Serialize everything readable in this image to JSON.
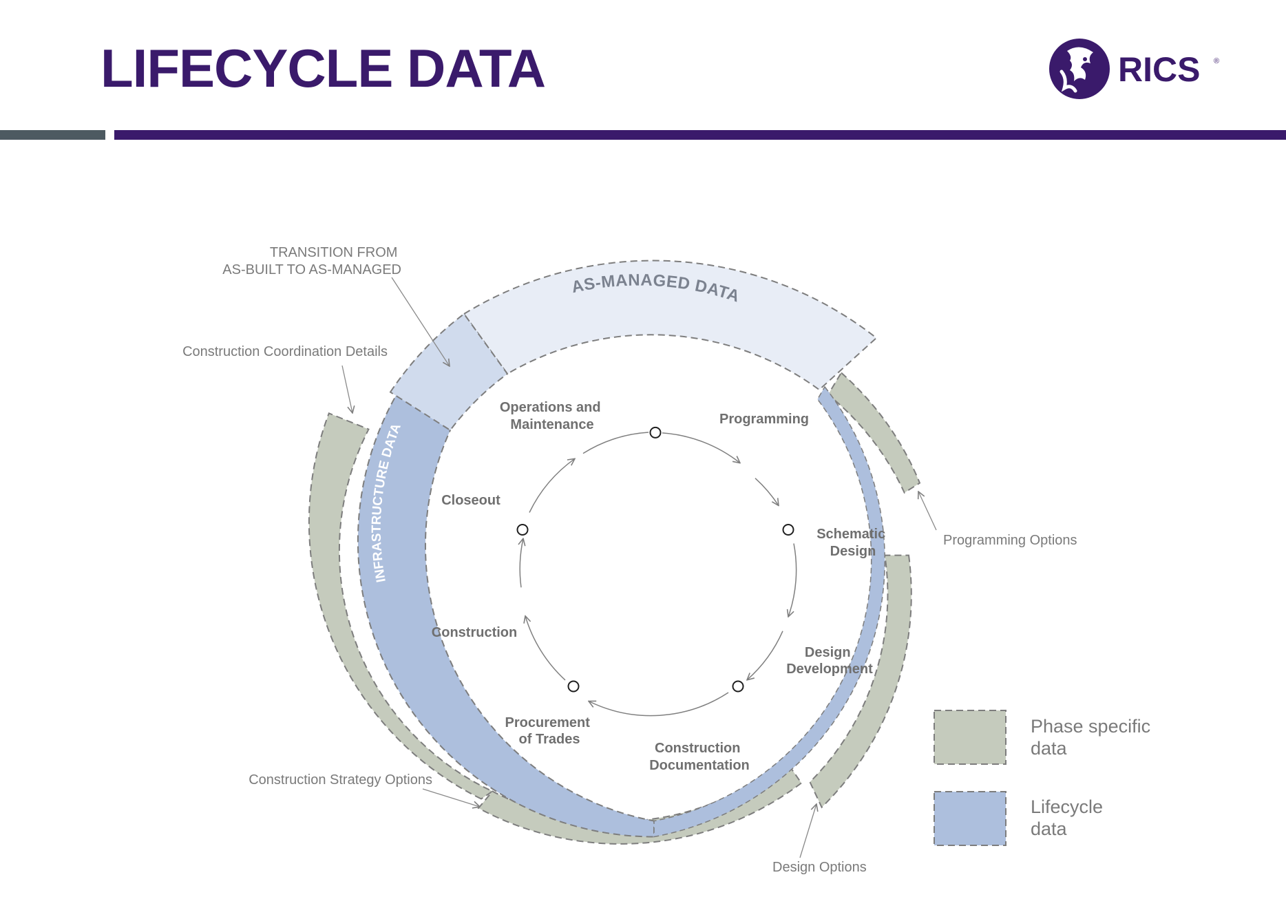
{
  "header": {
    "title": "LIFECYCLE DATA",
    "logo_text": "RICS",
    "logo_mark": "®"
  },
  "colors": {
    "brand_purple": "#3a1a6b",
    "bar_gray": "#4d5a61",
    "phase_specific": "#c5cbbd",
    "lifecycle": "#adbfdd",
    "as_managed": "#e8edf6",
    "transition": "#d0dbed"
  },
  "rings": {
    "as_managed_label": "AS-MANAGED DATA",
    "infrastructure_label": "INFRASTRUCTURE DATA"
  },
  "stages": {
    "operations": [
      "Operations and",
      "Maintenance"
    ],
    "programming": [
      "Programming"
    ],
    "schematic": [
      "Schematic",
      "Design"
    ],
    "design_development": [
      "Design",
      "Development"
    ],
    "construction_documentation": [
      "Construction",
      "Documentation"
    ],
    "procurement": [
      "Procurement",
      "of Trades"
    ],
    "construction": [
      "Construction"
    ],
    "closeout": [
      "Closeout"
    ]
  },
  "callouts": {
    "transition": [
      "TRANSITION FROM",
      "AS-BUILT TO AS-MANAGED"
    ],
    "coordination": "Construction Coordination Details",
    "programming_options": "Programming Options",
    "strategy_options": "Construction Strategy Options",
    "design_options": "Design Options"
  },
  "legend": {
    "phase_specific": [
      "Phase specific",
      "data"
    ],
    "lifecycle": [
      "Lifecycle",
      "data"
    ]
  }
}
